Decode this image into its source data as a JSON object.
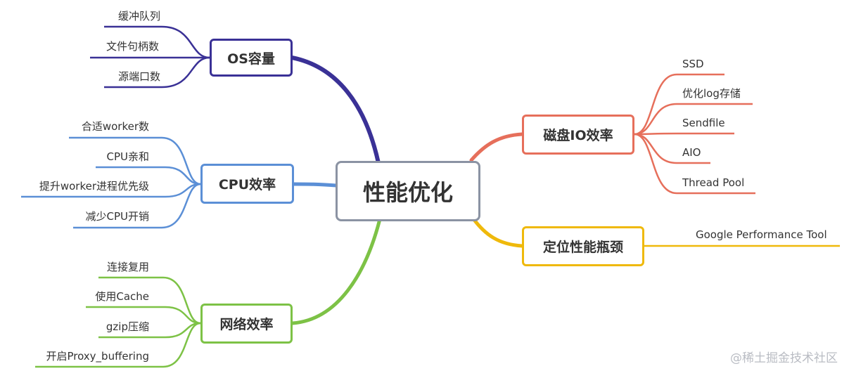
{
  "center": {
    "label": "性能优化"
  },
  "branches": {
    "os": {
      "label": "OS容量",
      "color": "#3a3196",
      "leaves": [
        "缓冲队列",
        "文件句柄数",
        "源端口数"
      ]
    },
    "cpu": {
      "label": "CPU效率",
      "color": "#5b8fd6",
      "leaves": [
        "合适worker数",
        "CPU亲和",
        "提升worker进程优先级",
        "减少CPU开销"
      ]
    },
    "net": {
      "label": "网络效率",
      "color": "#7dc246",
      "leaves": [
        "连接复用",
        "使用Cache",
        "gzip压缩",
        "开启Proxy_buffering"
      ]
    },
    "disk": {
      "label": "磁盘IO效率",
      "color": "#e66f5b",
      "leaves": [
        "SSD",
        "优化log存储",
        "Sendfile",
        "AIO",
        "Thread Pool"
      ]
    },
    "locate": {
      "label": "定位性能瓶颈",
      "color": "#efb90b",
      "leaves": [
        "Google Performance Tool"
      ]
    }
  },
  "watermark": "@稀土掘金技术社区"
}
